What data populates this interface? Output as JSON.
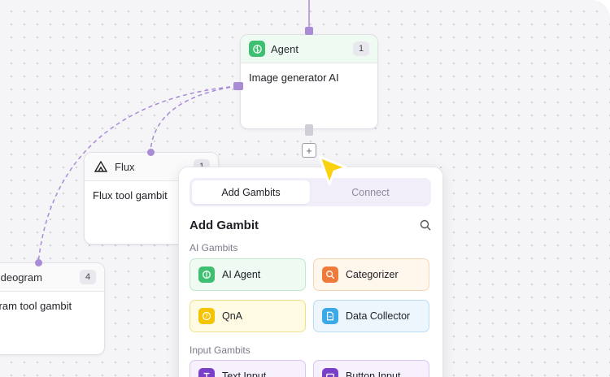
{
  "nodes": {
    "agent": {
      "title": "Agent",
      "badge": "1",
      "body": "Image generator AI"
    },
    "flux": {
      "title": "Flux",
      "badge": "1",
      "body": "Flux tool gambit"
    },
    "ideogram": {
      "title": "Ideogram",
      "badge": "4",
      "body": "Ideogram tool gambit"
    }
  },
  "panel": {
    "tabs": [
      "Add Gambits",
      "Connect"
    ],
    "title": "Add Gambit",
    "sections": {
      "ai": {
        "label": "AI Gambits",
        "items": [
          "AI Agent",
          "Categorizer",
          "QnA",
          "Data Collector"
        ]
      },
      "input": {
        "label": "Input Gambits",
        "items": [
          "Text Input",
          "Button Input"
        ]
      }
    }
  },
  "colors": {
    "wire": "#a98bd6",
    "agent": "#3fbf72",
    "categorizer": "#f07a3a",
    "qna": "#f5c400",
    "collector": "#3ba8e8",
    "input": "#7a3fc9"
  },
  "icons": {
    "agent": "brain-icon",
    "flux": "flux-logo-icon",
    "ideogram": "ideogram-logo-icon",
    "categorizer": "magnifier-icon",
    "qna": "question-icon",
    "collector": "document-icon",
    "search": "search-icon",
    "add": "plus-icon",
    "cursor": "pointer-cursor-icon"
  }
}
